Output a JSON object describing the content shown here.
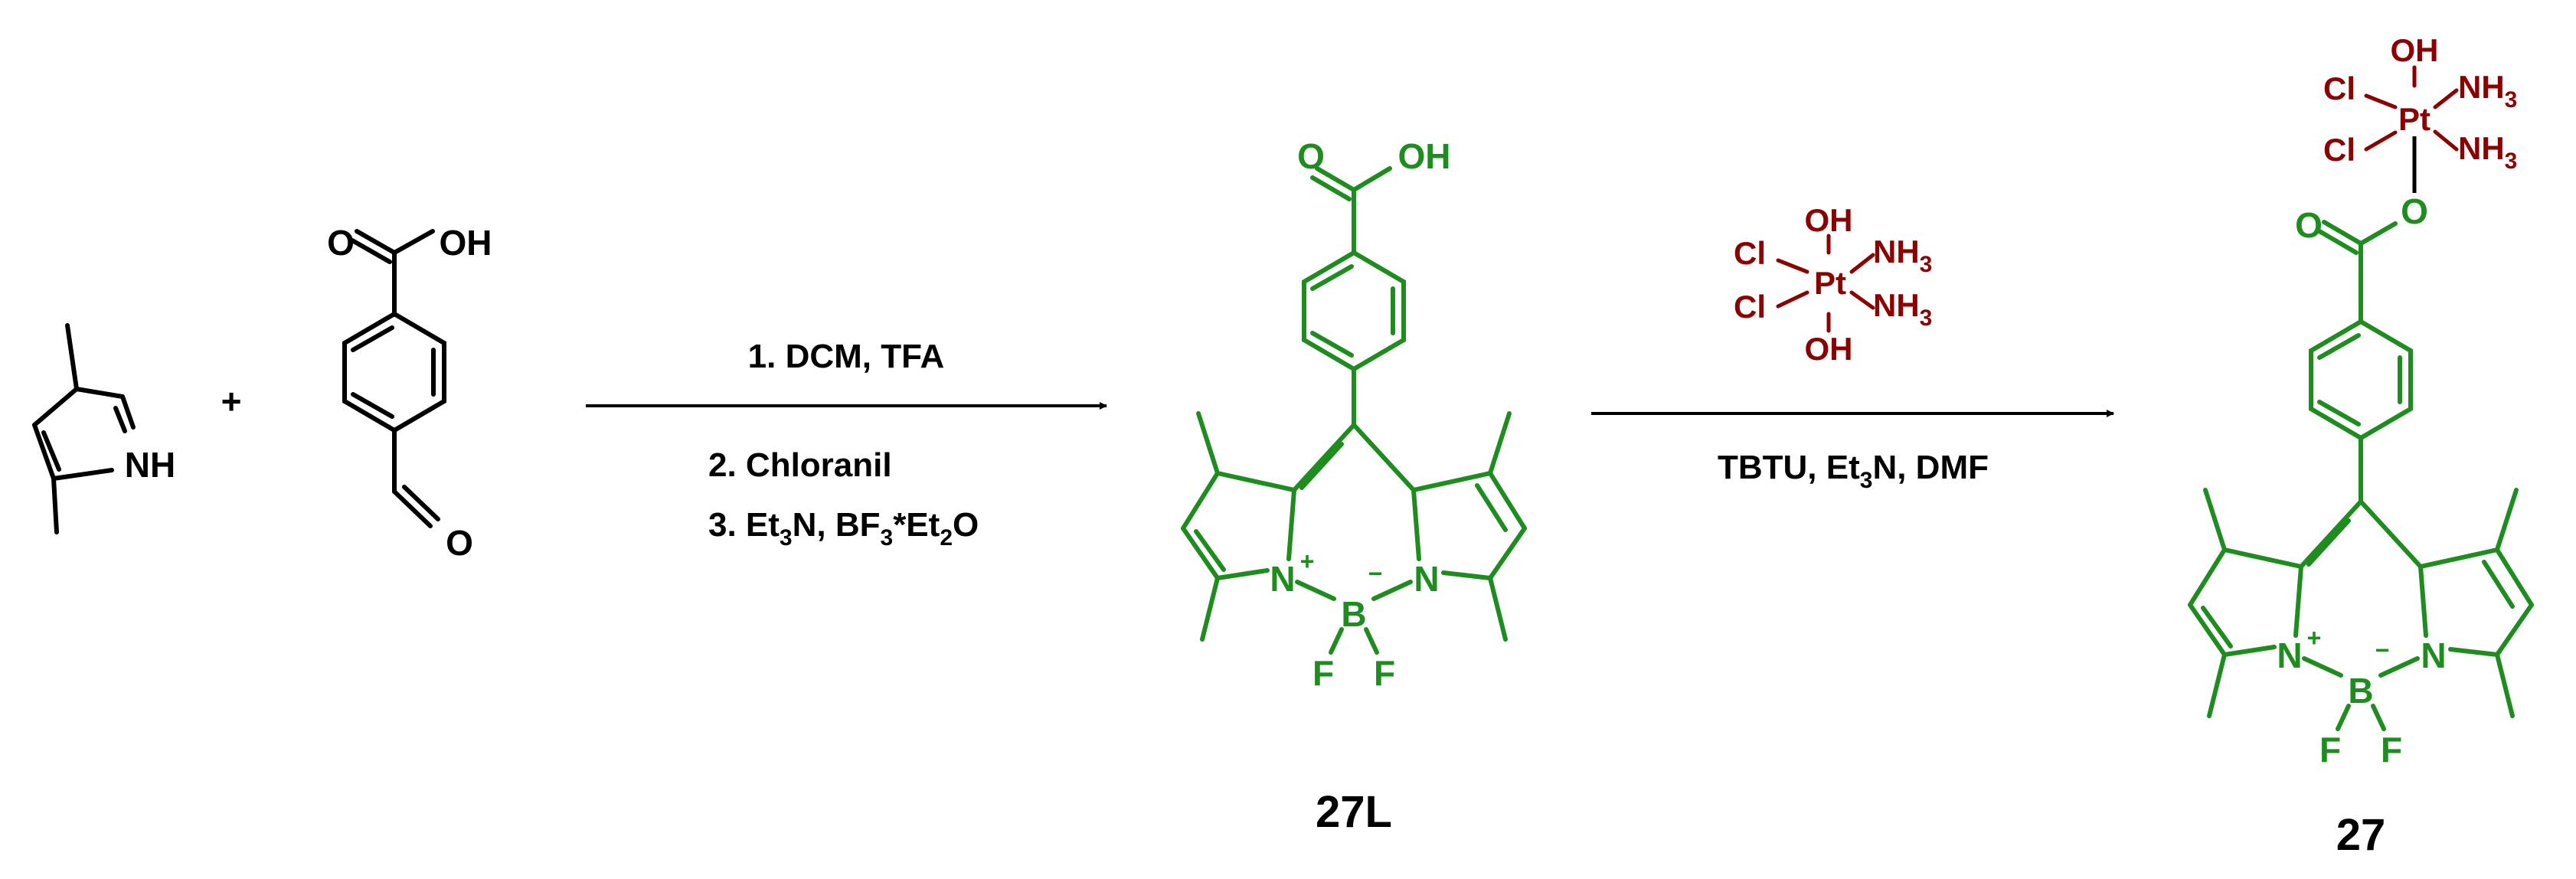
{
  "colors": {
    "black": "#000000",
    "green": "#1e8c1e",
    "platinum": "#8b0000"
  },
  "compounds": {
    "dimethylpyrrole": {
      "nh": "NH"
    },
    "formylbenzoic_acid": {
      "oh": "OH",
      "o_acid": "O",
      "o_ald": "O"
    },
    "bodipy_acid": {
      "o": "O",
      "oh": "OH",
      "n": "N",
      "b": "B",
      "f": "F",
      "plus": "+",
      "minus": "−",
      "label": "27L"
    },
    "bodipy_pt": {
      "o1": "O",
      "o2": "O",
      "n": "N",
      "b": "B",
      "f": "F",
      "plus": "+",
      "minus": "−",
      "label": "27"
    }
  },
  "platinum_reagent": {
    "oh": "OH",
    "cl": "Cl",
    "pt": "Pt",
    "nh": "NH",
    "three": "3"
  },
  "reaction1": {
    "plus": "+",
    "step1": "1. DCM, TFA",
    "step2": "2. Chloranil",
    "step3_a": "3. Et",
    "step3_sub1": "3",
    "step3_b": "N, BF",
    "step3_sub2": "3",
    "step3_c": "*Et",
    "step3_sub3": "2",
    "step3_d": "O"
  },
  "reaction2": {
    "cond_a": "TBTU, Et",
    "cond_sub": "3",
    "cond_b": "N, DMF"
  }
}
